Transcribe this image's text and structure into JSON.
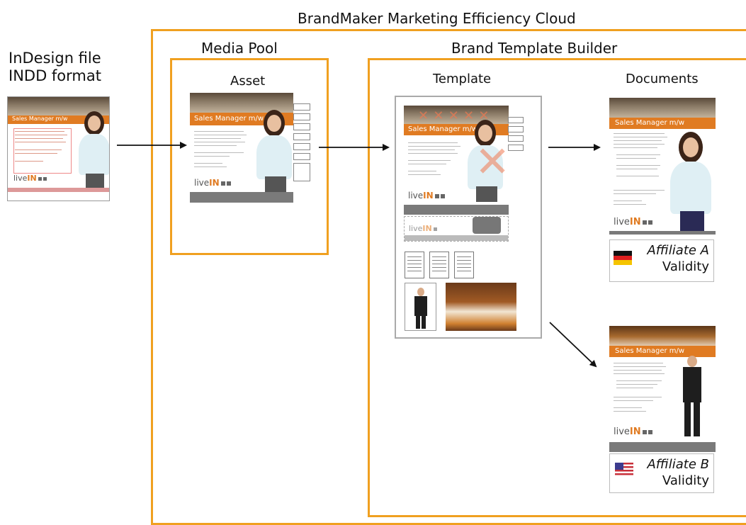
{
  "title": "BrandMaker Marketing Efficiency Cloud",
  "source": {
    "line1": "InDesign file",
    "line2": "INDD format"
  },
  "media_pool": {
    "title": "Media Pool",
    "asset_label": "Asset"
  },
  "brand_template_builder": {
    "title": "Brand Template Builder",
    "template_label": "Template",
    "documents_label": "Documents"
  },
  "flyer": {
    "heading": "Sales Manager m/w",
    "logo_text": "live",
    "logo_accent": "IN"
  },
  "affiliates": [
    {
      "name": "Affiliate A",
      "validity": "Validity",
      "flag": "germany-flag"
    },
    {
      "name": "Affiliate B",
      "validity": "Validity",
      "flag": "usa-flag"
    }
  ],
  "colors": {
    "frame": "#f0a020",
    "banner": "#e07b22",
    "footer": "#7a7a7a"
  }
}
